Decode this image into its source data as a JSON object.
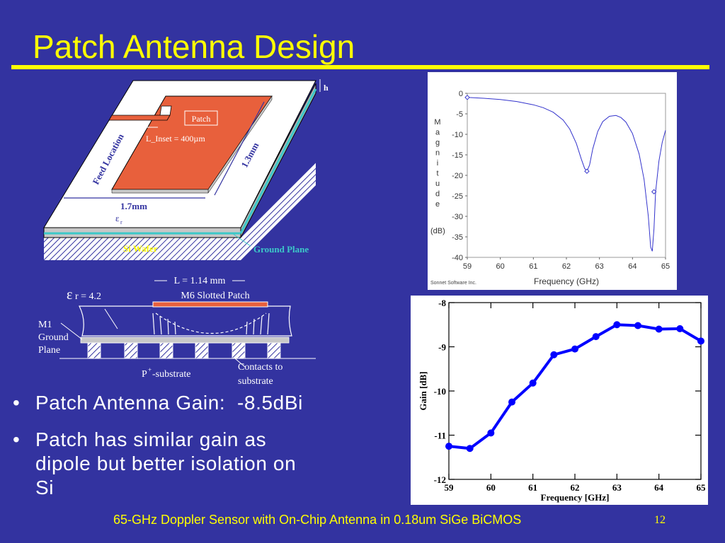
{
  "slide": {
    "title": "Patch Antenna Design",
    "footer": "65-GHz Doppler Sensor with On-Chip Antenna in 0.18um SiGe BiCMOS",
    "page_number": "12"
  },
  "bullets": [
    {
      "text": "Patch Antenna Gain:  -8.5dBi"
    },
    {
      "text": "Patch has similar gain as\ndipole but better isolation on\nSi"
    }
  ],
  "antenna_3d": {
    "h_label": "h",
    "patch_label": "Patch",
    "inset_label": "L_Inset = 400µm",
    "feed_label": "Feed Location",
    "length_label": "1.3mm",
    "width_label": "1.7mm",
    "epsilon_label": "ε",
    "epsilon_sub": "r",
    "wafer_label": "Si Wafer",
    "ground_label": "Ground Plane"
  },
  "cross_section": {
    "length_label": "L = 1.14 mm",
    "patch_label": "M6 Slotted Patch",
    "er_symbol": "ε",
    "er_value": "r = 4.2",
    "m1_line1": "M1",
    "m1_line2": "Ground",
    "m1_line3": "Plane",
    "substrate_p": "P",
    "substrate_sup": "+",
    "substrate_rest": "-substrate",
    "contacts_line1": "Contacts to",
    "contacts_line2": "substrate"
  },
  "colors": {
    "background": "#3333a0",
    "title": "#ffff00",
    "patch": "#e8603c",
    "sim_line": "#3333cc",
    "gain_line": "#0000ff"
  },
  "chart_data": [
    {
      "type": "line",
      "title": "",
      "xlabel": "Frequency (GHz)",
      "ylabel_letters": [
        "M",
        "a",
        "g",
        "n",
        "i",
        "t",
        "u",
        "d",
        "e"
      ],
      "yunit": "(dB)",
      "credit": "Sonnet Software Inc.",
      "xlim": [
        59,
        65
      ],
      "ylim": [
        -40,
        0
      ],
      "xticks": [
        "59",
        "60",
        "61",
        "62",
        "63",
        "64",
        "65"
      ],
      "yticks": [
        "0",
        "-5",
        "-10",
        "-15",
        "-20",
        "-25",
        "-30",
        "-35",
        "-40"
      ],
      "x": [
        59,
        59.5,
        60,
        60.5,
        61,
        61.3,
        61.6,
        61.9,
        62.1,
        62.3,
        62.45,
        62.55,
        62.62,
        62.7,
        62.8,
        62.95,
        63.1,
        63.3,
        63.5,
        63.65,
        63.8,
        64.0,
        64.2,
        64.35,
        64.48,
        64.55,
        64.6,
        64.65,
        64.7,
        64.8,
        64.9,
        65.0
      ],
      "y": [
        -1.0,
        -1.2,
        -1.5,
        -2.0,
        -2.8,
        -3.5,
        -4.6,
        -6.5,
        -8.7,
        -12.2,
        -16.0,
        -18.3,
        -19.0,
        -17.5,
        -13.5,
        -9.3,
        -6.9,
        -5.6,
        -5.4,
        -5.9,
        -7.0,
        -9.8,
        -14.8,
        -21.0,
        -30.0,
        -37.5,
        -38.5,
        -33.0,
        -24.0,
        -16.5,
        -12.0,
        -9.0
      ],
      "markers": [
        {
          "x": 59.0,
          "y": -1.0
        },
        {
          "x": 62.62,
          "y": -19.0
        },
        {
          "x": 64.65,
          "y": -24.0
        }
      ]
    },
    {
      "type": "line",
      "title": "",
      "xlabel": "Frequency [GHz]",
      "ylabel": "Gain [dB]",
      "xlim": [
        59,
        65
      ],
      "ylim": [
        -12,
        -8
      ],
      "xticks": [
        "59",
        "60",
        "61",
        "62",
        "63",
        "64",
        "65"
      ],
      "yticks": [
        "-8",
        "-9",
        "-10",
        "-11",
        "-12"
      ],
      "x": [
        59,
        59.5,
        60,
        60.5,
        61,
        61.5,
        62,
        62.5,
        63,
        63.5,
        64,
        64.5,
        65
      ],
      "y": [
        -11.25,
        -11.3,
        -10.95,
        -10.25,
        -9.82,
        -9.18,
        -9.05,
        -8.77,
        -8.5,
        -8.52,
        -8.6,
        -8.59,
        -8.87
      ]
    }
  ]
}
